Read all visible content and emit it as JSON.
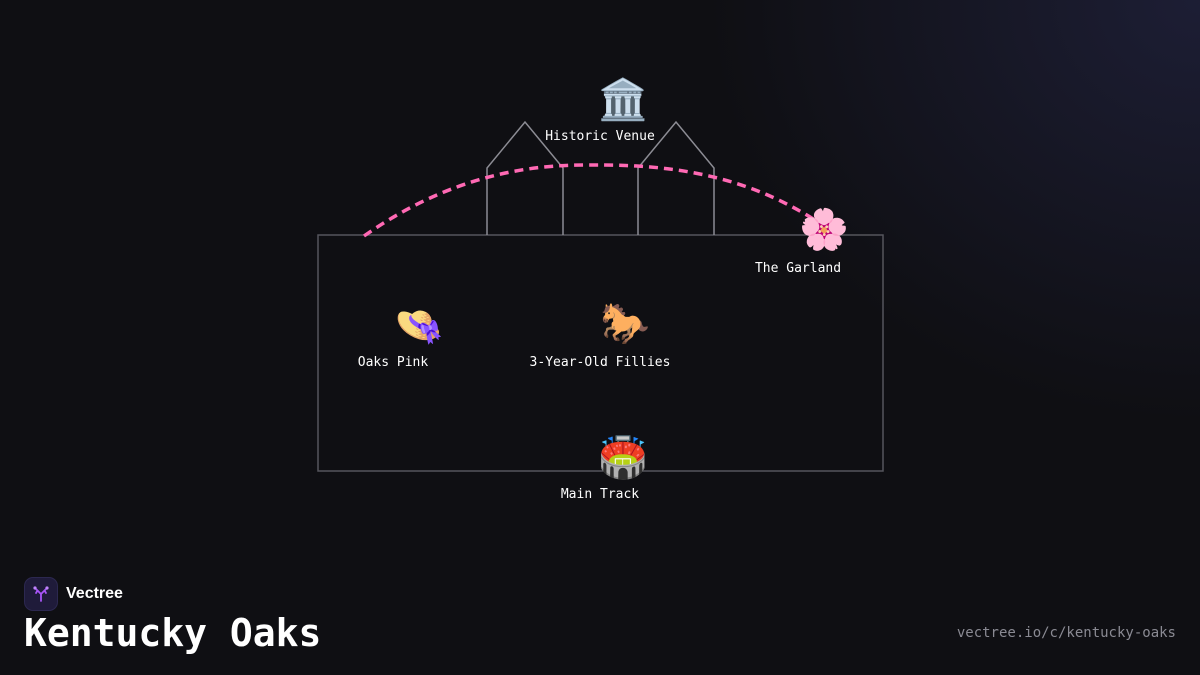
{
  "brand": {
    "name": "Vectree"
  },
  "title": "Kentucky Oaks",
  "footer": {
    "url": "vectree.io/c/kentucky-oaks"
  },
  "colors": {
    "background": "#0f0f13",
    "outline": "#8c8c94",
    "accent_arc": "#ff69b4",
    "logo_bg": "#1f1b3a",
    "logo_mark": "#a855f7"
  },
  "nodes": {
    "historic_venue": {
      "label": "Historic Venue",
      "icon": "🏛️",
      "icon_name": "classical-building-icon"
    },
    "the_garland": {
      "label": "The Garland",
      "icon": "🌸",
      "icon_name": "cherry-blossom-icon"
    },
    "oaks_pink": {
      "label": "Oaks Pink",
      "icon": "👒",
      "icon_name": "womans-hat-icon"
    },
    "fillies": {
      "label": "3-Year-Old Fillies",
      "icon": "🐎",
      "icon_name": "horse-icon"
    },
    "main_track": {
      "label": "Main Track",
      "icon": "🏟️",
      "icon_name": "stadium-icon"
    }
  }
}
